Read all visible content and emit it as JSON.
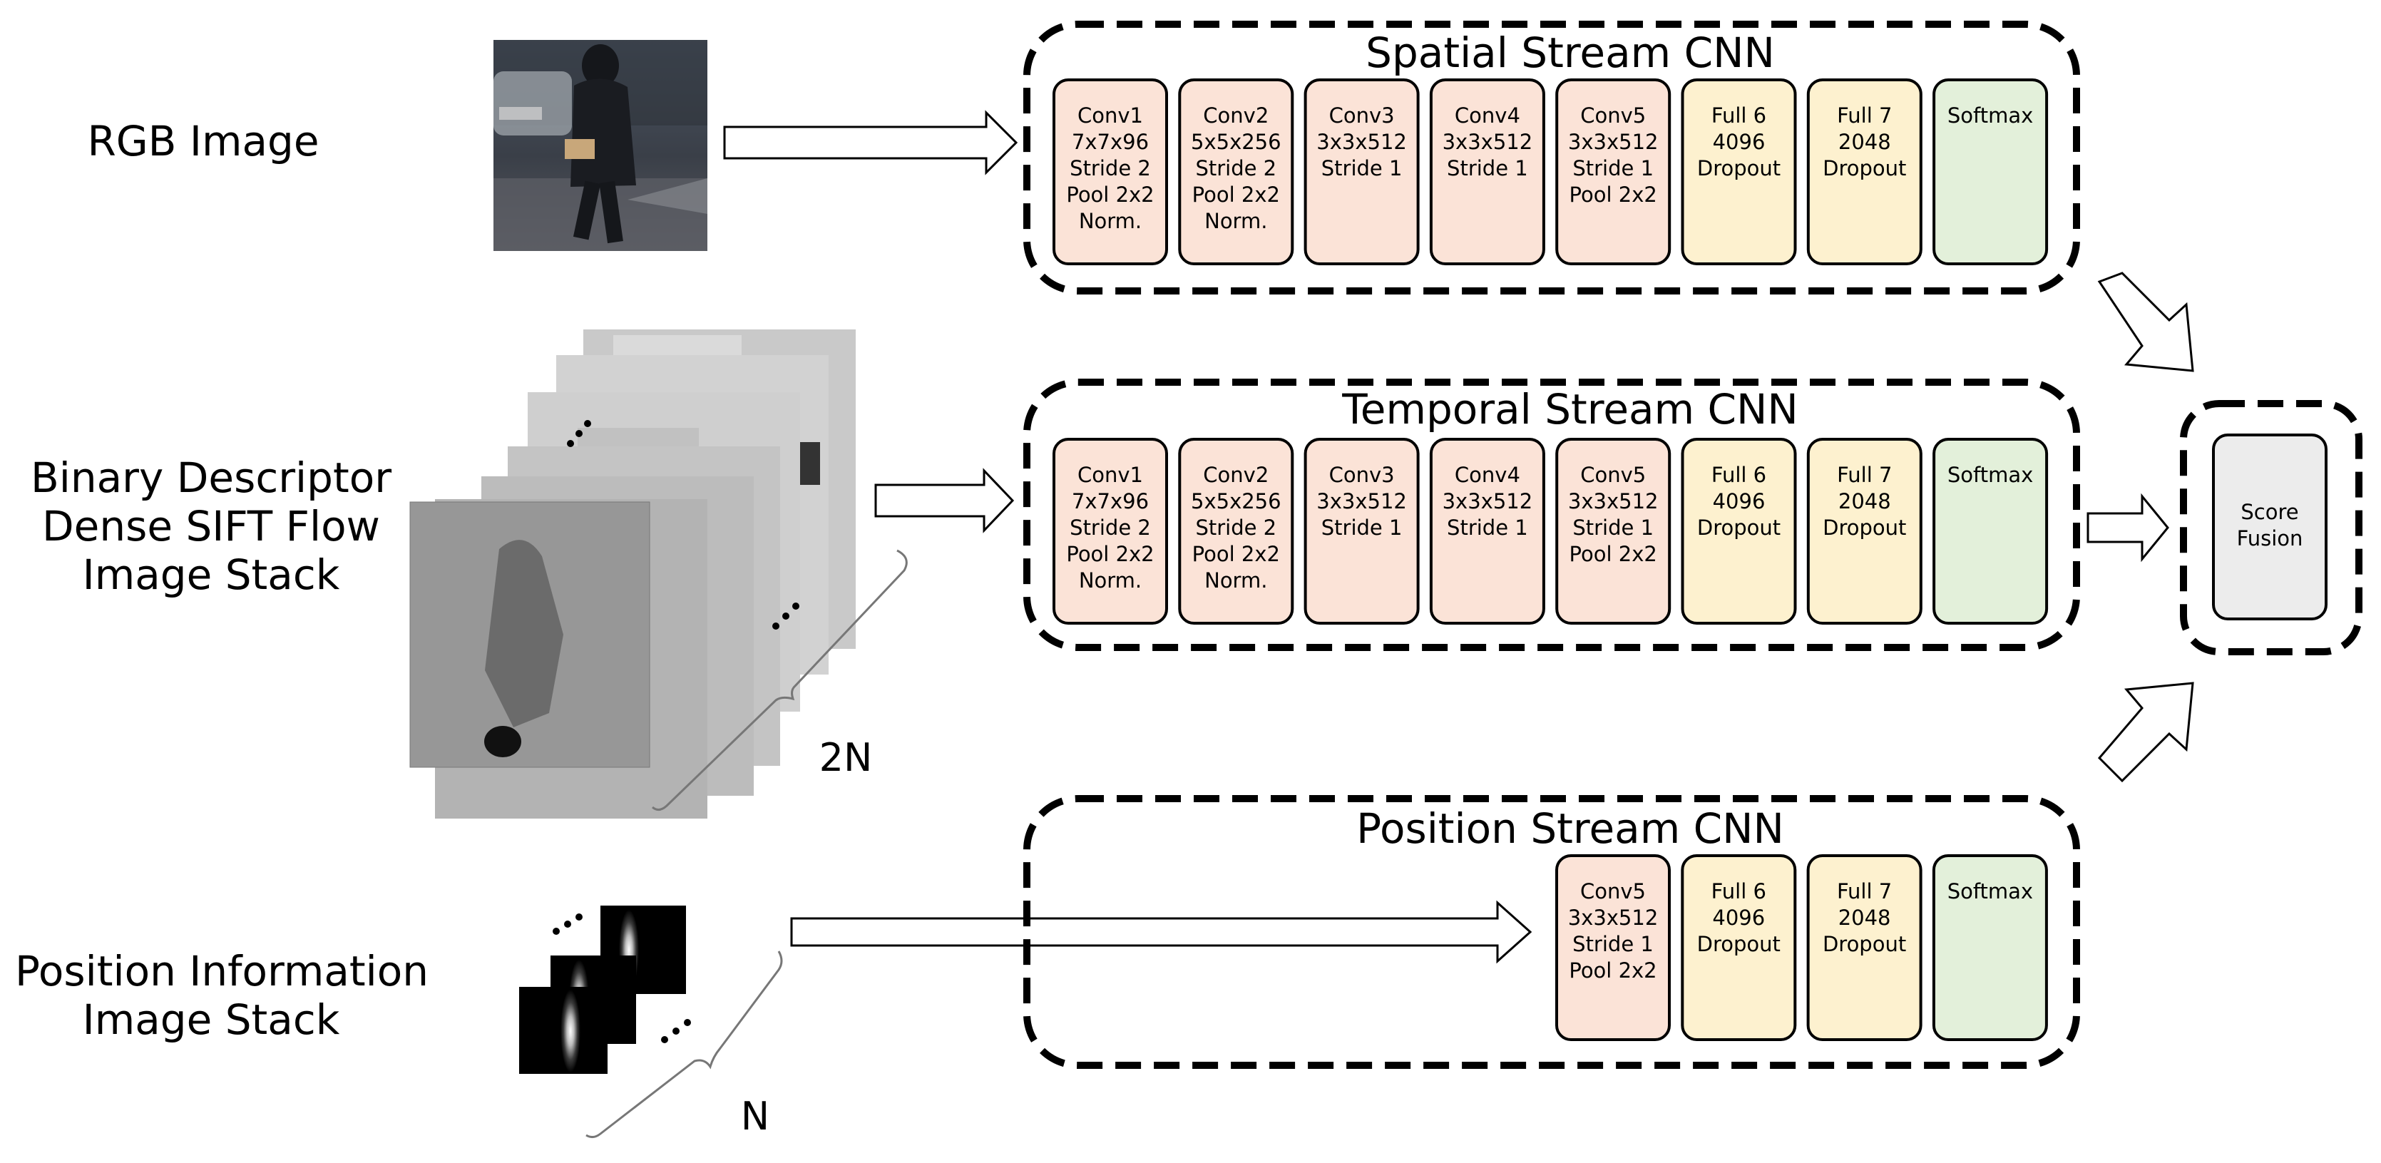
{
  "input_labels": {
    "rgb": [
      "RGB Image"
    ],
    "flow": [
      "Binary Descriptor",
      "Dense SIFT Flow",
      "Image Stack"
    ],
    "position": [
      "Position Information",
      "Image Stack"
    ]
  },
  "stack_counts": {
    "flow": "2N",
    "position": "N"
  },
  "streams": {
    "spatial": {
      "title": "Spatial Stream CNN",
      "blocks": [
        {
          "kind": "conv",
          "lines": [
            "Conv1",
            "7x7x96",
            "Stride 2",
            "Pool 2x2",
            "Norm."
          ]
        },
        {
          "kind": "conv",
          "lines": [
            "Conv2",
            "5x5x256",
            "Stride 2",
            "Pool 2x2",
            "Norm."
          ]
        },
        {
          "kind": "conv",
          "lines": [
            "Conv3",
            "3x3x512",
            "Stride 1"
          ]
        },
        {
          "kind": "conv",
          "lines": [
            "Conv4",
            "3x3x512",
            "Stride 1"
          ]
        },
        {
          "kind": "conv",
          "lines": [
            "Conv5",
            "3x3x512",
            "Stride 1",
            "Pool 2x2"
          ]
        },
        {
          "kind": "full",
          "lines": [
            "Full 6",
            "4096",
            "Dropout"
          ]
        },
        {
          "kind": "full",
          "lines": [
            "Full 7",
            "2048",
            "Dropout"
          ]
        },
        {
          "kind": "softmax",
          "lines": [
            "Softmax"
          ]
        }
      ]
    },
    "temporal": {
      "title": "Temporal Stream CNN",
      "blocks": [
        {
          "kind": "conv",
          "lines": [
            "Conv1",
            "7x7x96",
            "Stride 2",
            "Pool 2x2",
            "Norm."
          ]
        },
        {
          "kind": "conv",
          "lines": [
            "Conv2",
            "5x5x256",
            "Stride 2",
            "Pool 2x2",
            "Norm."
          ]
        },
        {
          "kind": "conv",
          "lines": [
            "Conv3",
            "3x3x512",
            "Stride 1"
          ]
        },
        {
          "kind": "conv",
          "lines": [
            "Conv4",
            "3x3x512",
            "Stride 1"
          ]
        },
        {
          "kind": "conv",
          "lines": [
            "Conv5",
            "3x3x512",
            "Stride 1",
            "Pool 2x2"
          ]
        },
        {
          "kind": "full",
          "lines": [
            "Full 6",
            "4096",
            "Dropout"
          ]
        },
        {
          "kind": "full",
          "lines": [
            "Full 7",
            "2048",
            "Dropout"
          ]
        },
        {
          "kind": "softmax",
          "lines": [
            "Softmax"
          ]
        }
      ]
    },
    "position": {
      "title": "Position Stream CNN",
      "blocks": [
        {
          "kind": "conv",
          "lines": [
            "Conv5",
            "3x3x512",
            "Stride 1",
            "Pool 2x2"
          ]
        },
        {
          "kind": "full",
          "lines": [
            "Full 6",
            "4096",
            "Dropout"
          ]
        },
        {
          "kind": "full",
          "lines": [
            "Full 7",
            "2048",
            "Dropout"
          ]
        },
        {
          "kind": "softmax",
          "lines": [
            "Softmax"
          ]
        }
      ]
    }
  },
  "fusion": {
    "lines": [
      "Score",
      "Fusion"
    ]
  },
  "colors": {
    "conv": "#fbe3d7",
    "full": "#fdf1cf",
    "softmax": "#e3f0da",
    "fusion": "#ececec",
    "border": "#000000"
  }
}
